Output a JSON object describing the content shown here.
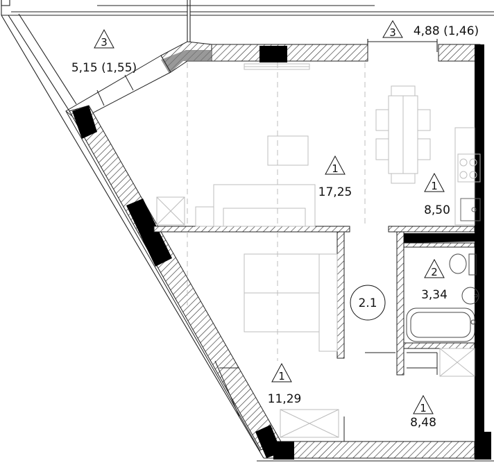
{
  "plan": {
    "rooms": [
      {
        "id": "living",
        "type_code": "1",
        "area": "17,25"
      },
      {
        "id": "kitchen",
        "type_code": "1",
        "area": "8,50"
      },
      {
        "id": "bathroom",
        "type_code": "2",
        "area": "3,34"
      },
      {
        "id": "bedroom",
        "type_code": "1",
        "area": "11,29"
      },
      {
        "id": "hall",
        "type_code": "1",
        "area": "8,48"
      }
    ],
    "balconies": [
      {
        "id": "balcony-left",
        "type_code": "3",
        "area": "5,15 (1,55)"
      },
      {
        "id": "balcony-top",
        "type_code": "3",
        "area": "4,88 (1,46)"
      }
    ],
    "markers": [
      {
        "id": "marker-2-1",
        "label": "2.1"
      }
    ]
  },
  "colors": {
    "wall_solid": "#000000",
    "line": "#222222",
    "hatch": "#333333",
    "furniture": "#bdbdbd",
    "background": "#ffffff"
  }
}
